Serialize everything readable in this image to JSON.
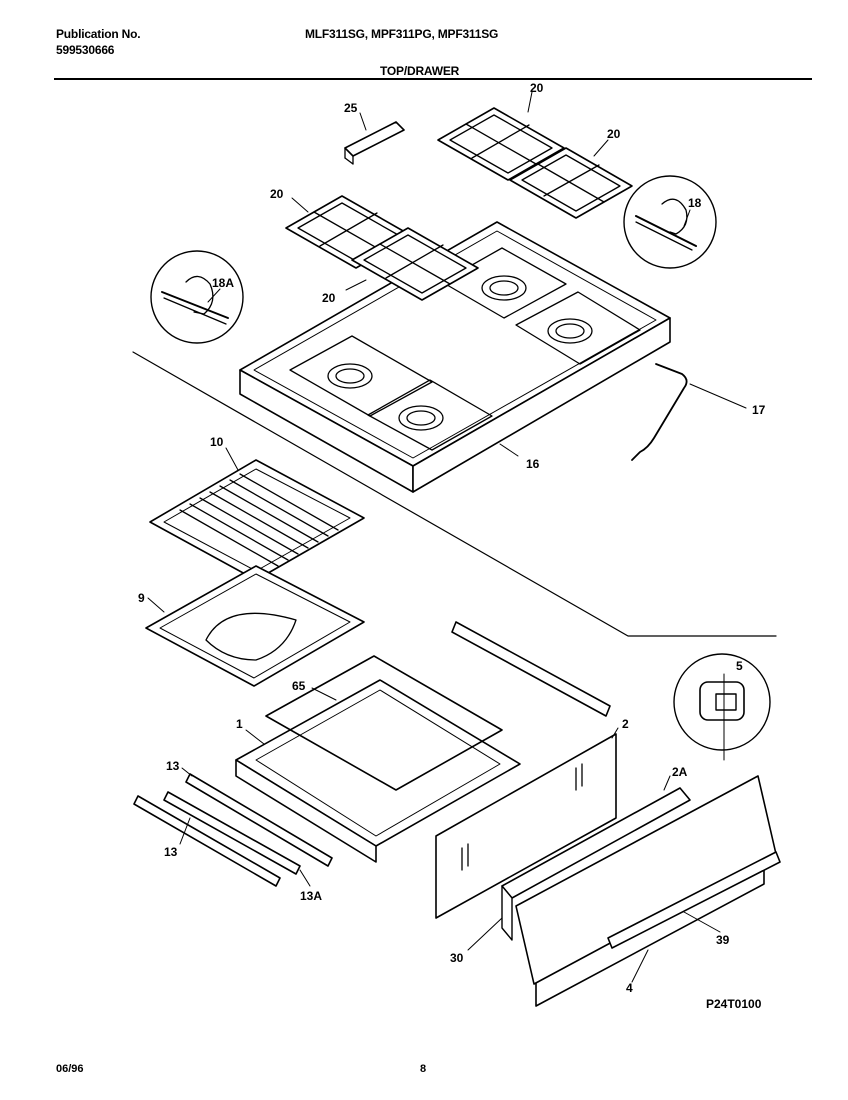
{
  "header": {
    "publication_label": "Publication No.",
    "publication_number": "599530666",
    "models": "MLF311SG, MPF311PG, MPF311SG",
    "section_title": "TOP/DRAWER"
  },
  "callouts": {
    "c25": "25",
    "c20a": "20",
    "c20b": "20",
    "c20c": "20",
    "c20d": "20",
    "c18": "18",
    "c18a": "18A",
    "c17": "17",
    "c16": "16",
    "c10": "10",
    "c9": "9",
    "c65": "65",
    "c1": "1",
    "c2": "2",
    "c2a": "2A",
    "c5": "5",
    "c13a": "13",
    "c13b": "13",
    "c13c": "13A",
    "c30": "30",
    "c39": "39",
    "c4": "4"
  },
  "figure_code": "P24T0100",
  "footer": {
    "date": "06/96",
    "page": "8"
  }
}
